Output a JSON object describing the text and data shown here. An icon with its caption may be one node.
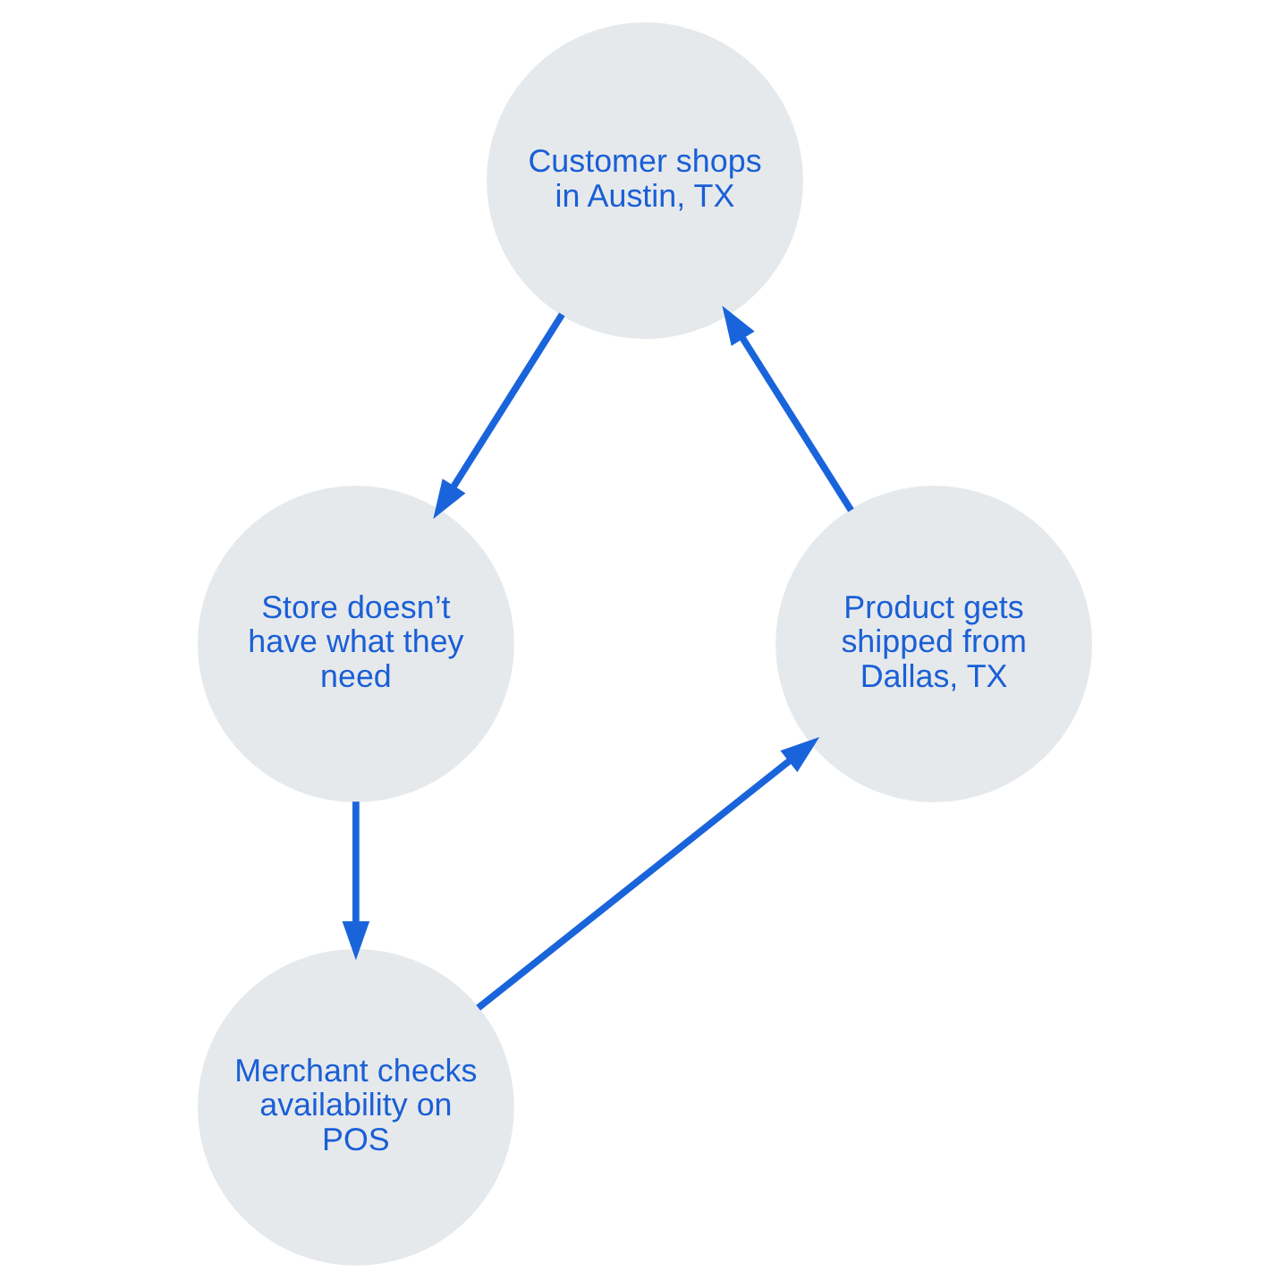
{
  "diagram": {
    "nodes": [
      {
        "text": [
          "Customer shops in Austin, TX"
        ]
      },
      {
        "text": [
          "Store doesn’t have what they need"
        ]
      },
      {
        "text": [
          "Merchant checks availability on POS"
        ]
      },
      {
        "text": [
          "Product gets shipped from Dallas, TX"
        ]
      }
    ],
    "edges": [
      {
        "from": 0,
        "to": 1,
        "arrow": "to"
      },
      {
        "from": 1,
        "to": 2,
        "arrow": "to"
      },
      {
        "from": 2,
        "to": 3,
        "arrow": "to"
      },
      {
        "from": 3,
        "to": 0,
        "arrow": "to"
      }
    ]
  }
}
